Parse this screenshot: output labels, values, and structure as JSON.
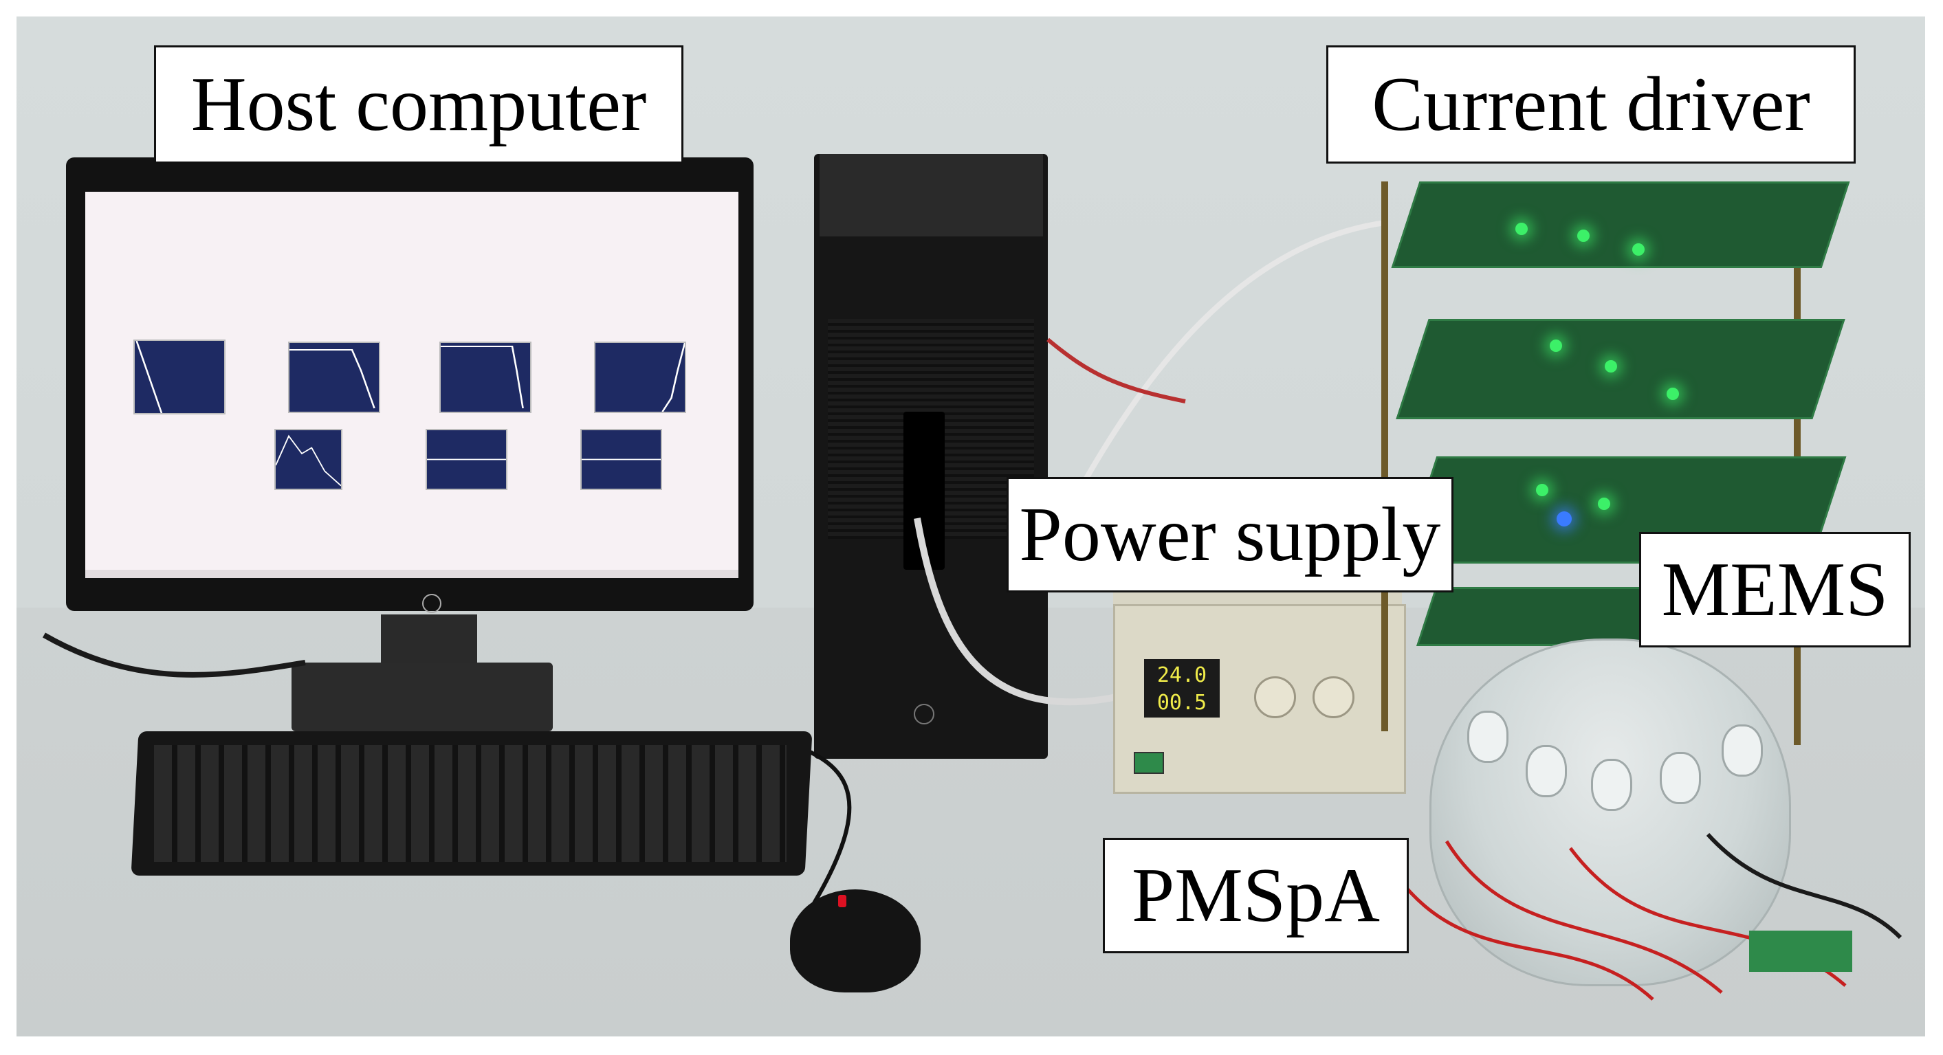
{
  "labels": {
    "host_computer": "Host computer",
    "current_driver": "Current driver",
    "power_supply": "Power supply",
    "mems": "MEMS",
    "pmspa": "PMSpA"
  },
  "power_supply_display": {
    "voltage": "24.0",
    "current": "00.5"
  },
  "colors": {
    "background_wall": "#d6dcdc",
    "plot_fill": "#1e2a63",
    "led_green": "#3cf068",
    "board_green": "#1f5a32"
  }
}
